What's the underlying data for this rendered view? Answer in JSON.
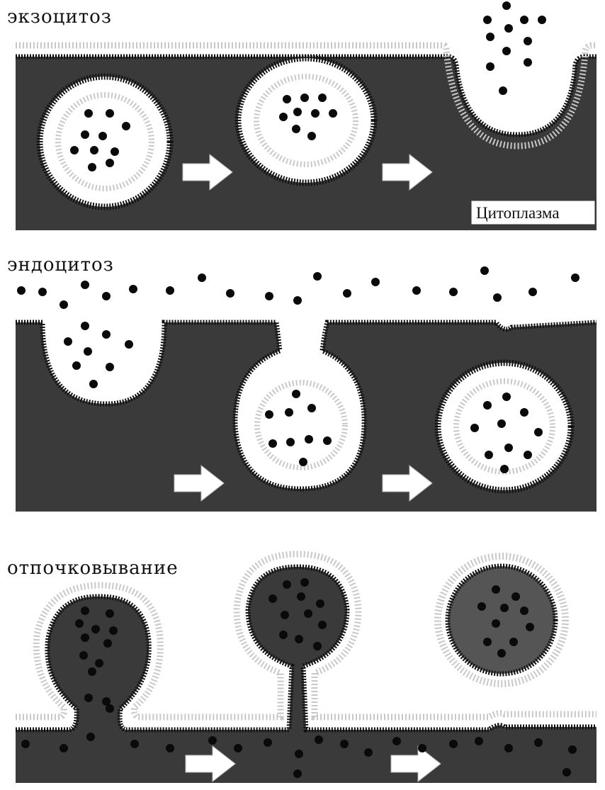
{
  "panels": [
    {
      "key": "exocytosis",
      "label": "экзоцитоз"
    },
    {
      "key": "endocytosis",
      "label": "эндоцитоз"
    },
    {
      "key": "budding",
      "label": "отпочковывание"
    }
  ],
  "cytoplasm_label": "Цитоплазма",
  "colors": {
    "cytoplasm": "#3a3a3a",
    "cytoplasm_light": "#555555",
    "membrane_dark": "#111111",
    "membrane_light": "#c8c8c8",
    "particle": "#0a0a0a",
    "arrow": "#ffffff",
    "background": "#ffffff"
  }
}
